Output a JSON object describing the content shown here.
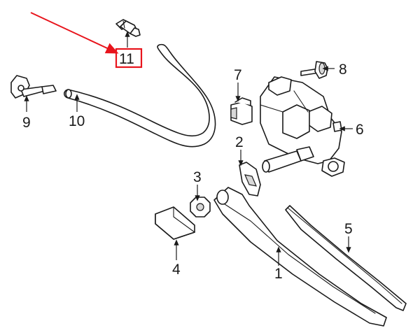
{
  "callouts": [
    {
      "id": "1",
      "label": "1"
    },
    {
      "id": "2",
      "label": "2"
    },
    {
      "id": "3",
      "label": "3"
    },
    {
      "id": "4",
      "label": "4"
    },
    {
      "id": "5",
      "label": "5"
    },
    {
      "id": "6",
      "label": "6"
    },
    {
      "id": "7",
      "label": "7"
    },
    {
      "id": "8",
      "label": "8"
    },
    {
      "id": "9",
      "label": "9"
    },
    {
      "id": "10",
      "label": "10"
    },
    {
      "id": "11",
      "label": "11"
    }
  ],
  "highlight": {
    "callout": "11",
    "color": "#e8141c"
  },
  "colors": {
    "line": "#1a1a1a",
    "accent": "#e8141c"
  }
}
